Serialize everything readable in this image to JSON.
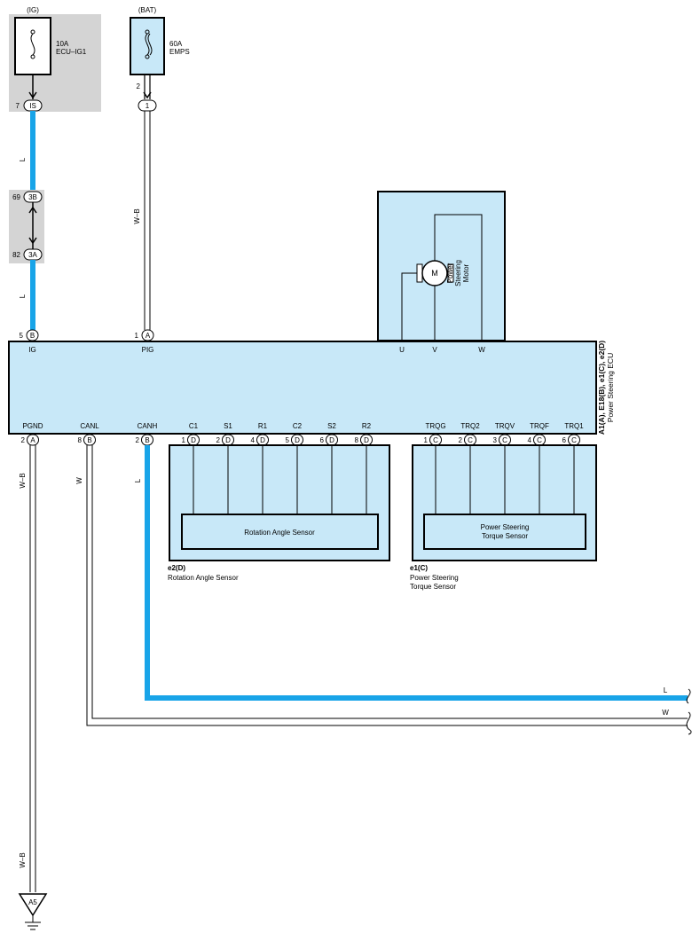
{
  "power_sources": {
    "ig": {
      "label": "(IG)",
      "fuse_amp": "10A",
      "fuse_name": "ECU–IG1"
    },
    "bat": {
      "label": "(BAT)",
      "fuse_amp": "60A",
      "fuse_name": "EMPS",
      "pin_top": "2"
    }
  },
  "junctions": {
    "is": {
      "num": "7",
      "code": "IS"
    },
    "j3b": {
      "num": "69",
      "code": "3B"
    },
    "j3a": {
      "num": "82",
      "code": "3A"
    },
    "bat1": {
      "code": "1"
    }
  },
  "wire_colors": {
    "ig_top": "L",
    "ig_bottom": "L",
    "bat": "W–B",
    "pgnd": "W–B",
    "pgnd_lower": "W–B",
    "canl": "W",
    "canh": "L",
    "bus_l": "L",
    "bus_w": "W"
  },
  "ecu": {
    "title": "Power Steering ECU",
    "codes": "A1(A), E18(B), e1(C), e2(D)",
    "top_pins": [
      {
        "num": "5",
        "conn": "B",
        "label": "IG"
      },
      {
        "num": "1",
        "conn": "A",
        "label": "PIG"
      }
    ],
    "motor_pins": [
      "U",
      "V",
      "W"
    ],
    "bottom_pins": [
      {
        "num": "2",
        "conn": "A",
        "label": "PGND"
      },
      {
        "num": "8",
        "conn": "B",
        "label": "CANL"
      },
      {
        "num": "2",
        "conn": "B",
        "label": "CANH"
      },
      {
        "num": "1",
        "conn": "D",
        "label": "C1"
      },
      {
        "num": "2",
        "conn": "D",
        "label": "S1"
      },
      {
        "num": "4",
        "conn": "D",
        "label": "R1"
      },
      {
        "num": "5",
        "conn": "D",
        "label": "C2"
      },
      {
        "num": "6",
        "conn": "D",
        "label": "S2"
      },
      {
        "num": "8",
        "conn": "D",
        "label": "R2"
      },
      {
        "num": "1",
        "conn": "C",
        "label": "TRQG"
      },
      {
        "num": "2",
        "conn": "C",
        "label": "TRQ2"
      },
      {
        "num": "3",
        "conn": "C",
        "label": "TRQV"
      },
      {
        "num": "4",
        "conn": "C",
        "label": "TRQF"
      },
      {
        "num": "6",
        "conn": "C",
        "label": "TRQ1"
      }
    ]
  },
  "motor": {
    "symbol": "M",
    "label_lines": [
      "Power",
      "Steering",
      "Motor"
    ]
  },
  "rotation_sensor": {
    "inner": "Rotation Angle Sensor",
    "code": "e2(D)",
    "caption": "Rotation Angle Sensor"
  },
  "torque_sensor": {
    "inner_lines": [
      "Power Steering",
      "Torque Sensor"
    ],
    "code": "e1(C)",
    "caption_lines": [
      "Power Steering",
      "Torque Sensor"
    ]
  },
  "ground": {
    "code": "A5"
  },
  "colors": {
    "wire_blue": "#18a4e8",
    "component_fill": "#c8e8f8",
    "source_fill": "#d4d4d4"
  }
}
